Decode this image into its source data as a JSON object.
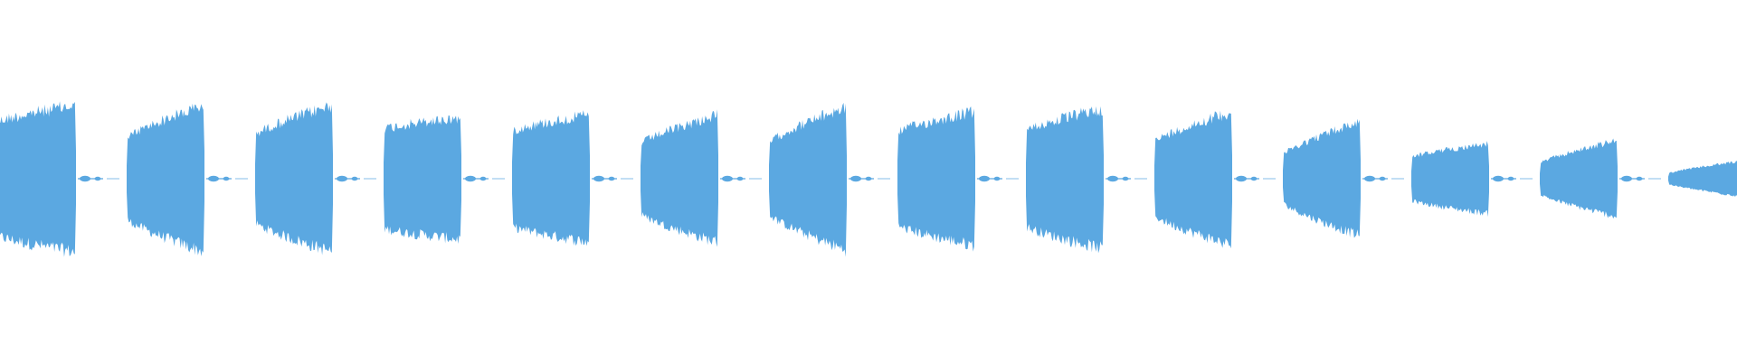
{
  "waveform": {
    "color": "#5ba8e1",
    "background": "#ffffff",
    "bursts": [
      {
        "peak": 0.46,
        "start_level": 0.78,
        "end_level": 1.0
      },
      {
        "peak": 0.46,
        "start_level": 0.55,
        "end_level": 1.0
      },
      {
        "peak": 0.46,
        "start_level": 0.6,
        "end_level": 1.0
      },
      {
        "peak": 0.39,
        "start_level": 0.8,
        "end_level": 0.98
      },
      {
        "peak": 0.4,
        "start_level": 0.75,
        "end_level": 1.0
      },
      {
        "peak": 0.4,
        "start_level": 0.55,
        "end_level": 1.0
      },
      {
        "peak": 0.45,
        "start_level": 0.5,
        "end_level": 1.0
      },
      {
        "peak": 0.42,
        "start_level": 0.7,
        "end_level": 1.0
      },
      {
        "peak": 0.44,
        "start_level": 0.68,
        "end_level": 1.0
      },
      {
        "peak": 0.42,
        "start_level": 0.55,
        "end_level": 1.0
      },
      {
        "peak": 0.36,
        "start_level": 0.42,
        "end_level": 1.0
      },
      {
        "peak": 0.22,
        "start_level": 0.62,
        "end_level": 1.0
      },
      {
        "peak": 0.24,
        "start_level": 0.4,
        "end_level": 1.0
      },
      {
        "peak": 0.11,
        "start_level": 0.3,
        "end_level": 1.0
      }
    ]
  }
}
